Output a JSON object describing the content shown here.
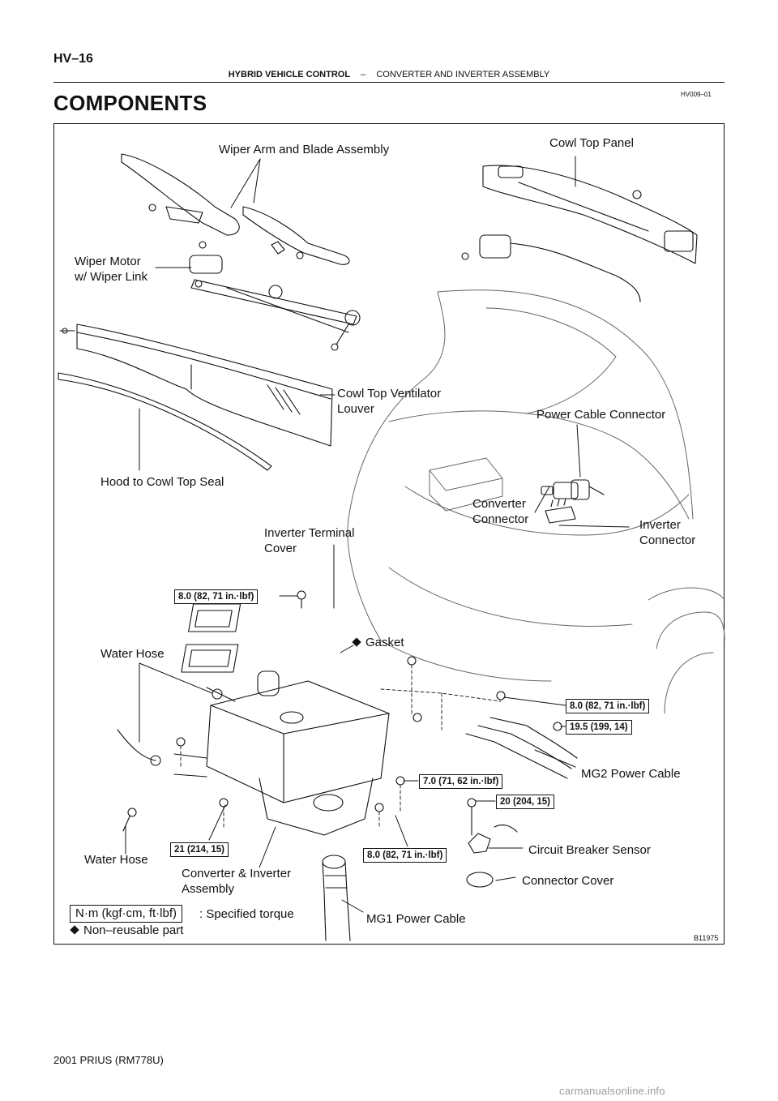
{
  "header": {
    "page_number": "HV–16",
    "section": "HYBRID VEHICLE CONTROL",
    "separator": "–",
    "subsection": "CONVERTER AND INVERTER ASSEMBLY"
  },
  "doc_code": "HV009–01",
  "title": "COMPONENTS",
  "figure_code": "B11975",
  "labels": {
    "wiper_arm": "Wiper Arm and Blade Assembly",
    "cowl_top_panel": "Cowl Top Panel",
    "wiper_motor_1": "Wiper Motor",
    "wiper_motor_2": "w/ Wiper Link",
    "cowl_vent_1": "Cowl Top Ventilator",
    "cowl_vent_2": "Louver",
    "power_cable_connector": "Power Cable Connector",
    "hood_seal": "Hood to Cowl Top Seal",
    "converter_connector_1": "Converter",
    "converter_connector_2": "Connector",
    "inverter_connector_1": "Inverter",
    "inverter_connector_2": "Connector",
    "inverter_terminal_1": "Inverter Terminal",
    "inverter_terminal_2": "Cover",
    "gasket": "Gasket",
    "water_hose_upper": "Water Hose",
    "mg2_cable": "MG2 Power Cable",
    "circuit_breaker": "Circuit Breaker Sensor",
    "water_hose_lower": "Water Hose",
    "converter_inverter_1": "Converter & Inverter",
    "converter_inverter_2": "Assembly",
    "connector_cover": "Connector Cover",
    "mg1_cable": "MG1 Power Cable"
  },
  "torques": {
    "t1": "8.0 (82, 71 in.·lbf)",
    "t2": "8.0 (82, 71 in.·lbf)",
    "t3": "19.5 (199, 14)",
    "t4": "7.0 (71, 62 in.·lbf)",
    "t5": "20 (204, 15)",
    "t6": "21 (214, 15)",
    "t7": "8.0 (82, 71 in.·lbf)"
  },
  "legend": {
    "unit": "N·m (kgf·cm, ft·lbf)",
    "torque_desc": ": Specified torque",
    "non_reusable": "Non–reusable part"
  },
  "footer": {
    "model": "2001 PRIUS   (RM778U)",
    "watermark": "carmanualsonline.info"
  }
}
